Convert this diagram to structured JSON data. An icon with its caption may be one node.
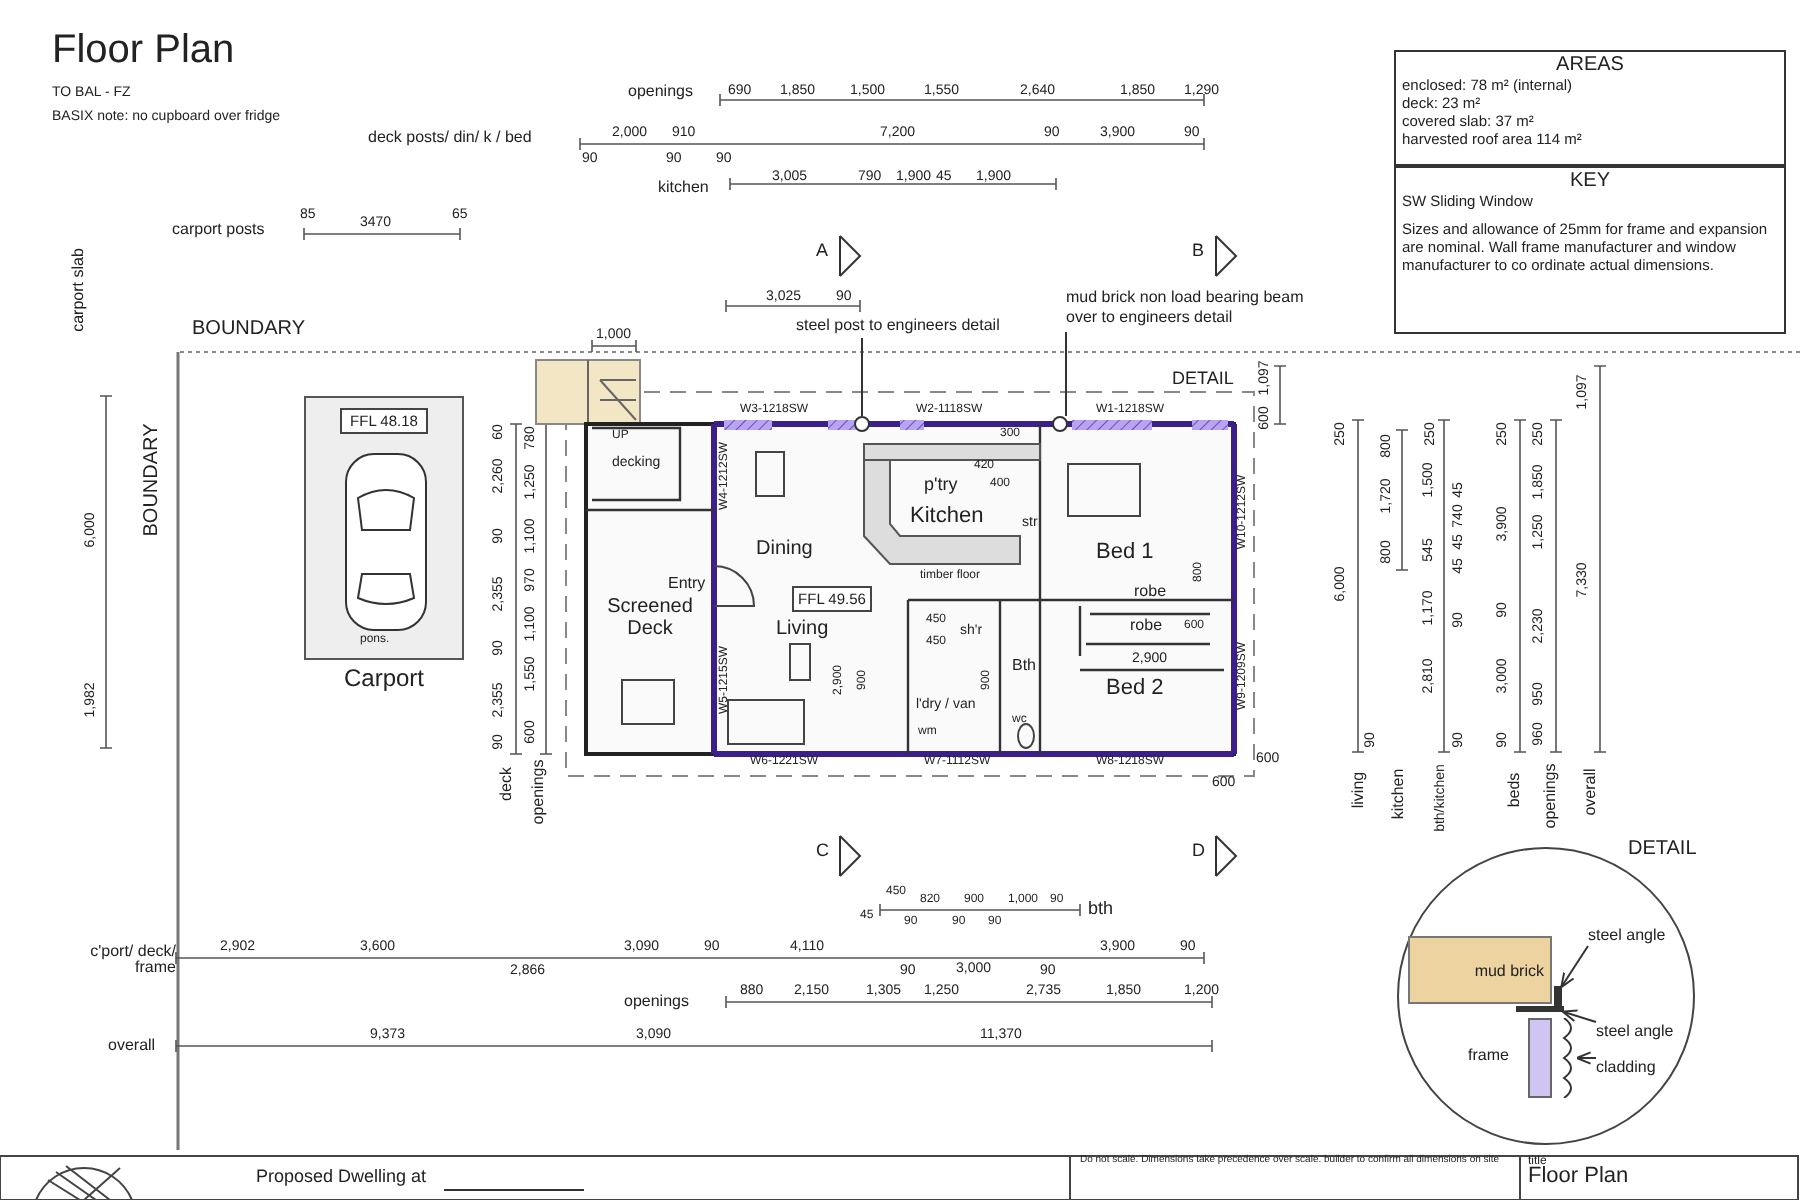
{
  "diagram": {
    "title": "Floor Plan",
    "nodes": [
      {
        "text": [
          "AREAS",
          "enclosed: 78 m² (internal)",
          "deck: 23 m²",
          "covered slab: 37 m²",
          "harvested roof area 114 m²"
        ]
      },
      {
        "text": [
          "KEY",
          "SW Sliding Window",
          "Sizes and allowance of 25mm for frame and expansion are nominal. Wall frame manufacturer and window manufacturer to co ordinate actual dimensions."
        ]
      },
      {
        "text": [
          "Carport"
        ]
      },
      {
        "text": [
          "FFL 48.18"
        ],
        "in": 2
      },
      {
        "text": [
          "FFL 49.56"
        ]
      },
      {
        "text": [
          "steel post to engineers detail"
        ]
      },
      {
        "text": [
          "mud brick non load bearing beam over to engineers detail"
        ]
      },
      {
        "text": [
          "DETAIL"
        ]
      },
      {
        "text": [
          "mud brick"
        ],
        "in": 7
      },
      {
        "text": [
          "frame"
        ],
        "in": 7
      },
      {
        "text": [
          "steel angle"
        ],
        "in": 7
      },
      {
        "text": [
          "steel angle"
        ],
        "in": 7
      },
      {
        "text": [
          "cladding"
        ],
        "in": 7
      },
      {
        "text": [],
        "shape": "circle"
      },
      {
        "text": [],
        "shape": "circle"
      },
      {
        "text": [],
        "shape": "bar",
        "in": 7
      },
      {
        "text": [],
        "shape": "bar",
        "in": 7
      },
      {
        "text": [],
        "shape": "picture",
        "in": 7
      }
    ],
    "edges": [
      {
        "from": 5,
        "to": 13,
        "arrow": "none"
      },
      {
        "from": 6,
        "to": 14,
        "arrow": "none"
      },
      {
        "from": 10,
        "to": 15,
        "arrow": "to"
      },
      {
        "from": 11,
        "to": 16,
        "arrow": "to"
      },
      {
        "from": 12,
        "to": 17,
        "arrow": "to"
      }
    ],
    "labels": [
      "TO BAL - FZ",
      "BASIX note: no cupboard over fridge",
      "openings",
      "690",
      "1,850",
      "1,500",
      "1,550",
      "2,640",
      "1,850",
      "1,290",
      "deck posts/ din/ k / bed",
      "2,000",
      "910",
      "7,200",
      "90",
      "3,900",
      "90",
      "90",
      "90",
      "90",
      "kitchen",
      "3,005",
      "790",
      "1,900",
      "45",
      "1,900",
      "carport posts",
      "85",
      "3470",
      "65",
      "A",
      "B",
      "3,025",
      "90",
      "carport slab",
      "BOUNDARY",
      "1,000",
      "BOUNDARY",
      "DETAIL",
      "1,097",
      "600",
      "6,000",
      "1,982",
      "60",
      "2,260",
      "90",
      "2,355",
      "90",
      "2,355",
      "90",
      "780",
      "1,250",
      "1,100",
      "970",
      "1,100",
      "1,550",
      "600",
      "deck",
      "openings",
      "UP",
      "decking",
      "Dining",
      "p'try",
      "420",
      "300",
      "400",
      "Kitchen",
      "str",
      "Bed 1",
      "timber floor",
      "Entry",
      "Screened Deck",
      "Living",
      "robe",
      "800",
      "robe",
      "600",
      "450",
      "450",
      "sh'r",
      "2,900",
      "900",
      "900",
      "Bth",
      "2,900",
      "Bed 2",
      "l'dry / van",
      "wc",
      "wm",
      "W3-1218SW",
      "W2-1118SW",
      "W1-1218SW",
      "W4-1212SW",
      "W5-1215SW",
      "W6-1221SW",
      "W7-1112SW",
      "W8-1218SW",
      "W10-1212SW",
      "W9-1209SW",
      "600",
      "600",
      "250",
      "6,000",
      "90",
      "living",
      "800",
      "1,720",
      "800",
      "kitchen",
      "250",
      "1,500",
      "45",
      "740",
      "45",
      "545",
      "45",
      "1,170",
      "90",
      "2,810",
      "90",
      "bth/kitchen",
      "250",
      "3,900",
      "90",
      "3,000",
      "90",
      "beds",
      "250",
      "1,850",
      "1,250",
      "2,230",
      "950",
      "960",
      "openings",
      "1,097",
      "7,330",
      "overall",
      "C",
      "D",
      "450",
      "45",
      "820",
      "900",
      "1,000",
      "90",
      "90",
      "90",
      "90",
      "bth",
      "c'port/ deck/ frame",
      "2,902",
      "3,600",
      "2,866",
      "3,090",
      "90",
      "4,110",
      "90",
      "3,000",
      "90",
      "3,900",
      "90",
      "openings",
      "880",
      "2,150",
      "1,305",
      "1,250",
      "2,735",
      "1,850",
      "1,200",
      "overall",
      "9,373",
      "3,090",
      "11,370",
      "Proposed Dwelling at",
      "Do not scale. Dimensions take precedence over scale. builder to confirm all dimensions on site",
      "title",
      "Floor Plan",
      "pons."
    ]
  }
}
